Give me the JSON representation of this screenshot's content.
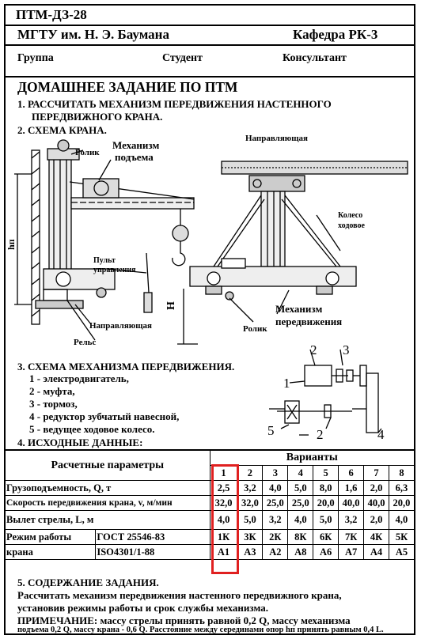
{
  "header": {
    "doc_code": "ПТМ-ДЗ-28",
    "university": "МГТУ им. Н. Э. Баумана",
    "department": "Кафедра РК-3",
    "group_label": "Группа",
    "student_label": "Студент",
    "consultant_label": "Консультант"
  },
  "title": "ДОМАШНЕЕ ЗАДАНИЕ ПО ПТМ",
  "section1": {
    "line1": "1. РАССЧИТАТЬ МЕХАНИЗМ  ПЕРЕДВИЖЕНИЯ  НАСТЕННОГО",
    "line2": "ПЕРЕДВИЖНОГО КРАНА."
  },
  "section2": {
    "heading": "2. СХЕМА КРАНА.",
    "labels": {
      "roller_top": "Ролик",
      "hoist_mech_1": "Механизм",
      "hoist_mech_2": "подъема",
      "hp": "hп",
      "pendant_1": "Пульт",
      "pendant_2": "управления",
      "h": "H",
      "guide_left": "Направляющая",
      "rail": "Рельс",
      "guide_right": "Направляющая",
      "wheel_1": "Колесо",
      "wheel_2": "ходовое",
      "travel_mech_1": "Механизм",
      "travel_mech_2": "передвижения",
      "roller_bottom": "Ролик"
    }
  },
  "section3": {
    "heading": "3. СХЕМА МЕХАНИЗМА ПЕРЕДВИЖЕНИЯ.",
    "items": [
      "1 - электродвигатель,",
      "2 - муфта,",
      "3 - тормоз,",
      "4 - редуктор зубчатый навесной,",
      "5 - ведущее ходовое колесо."
    ],
    "fig_numbers": [
      "1",
      "2",
      "3",
      "2",
      "4",
      "5"
    ]
  },
  "section4": {
    "heading": "4. ИСХОДНЫЕ ДАННЫЕ:",
    "params_header": "Расчетные параметры",
    "variants_header": "Варианты",
    "variant_numbers": [
      "1",
      "2",
      "3",
      "4",
      "5",
      "6",
      "7",
      "8"
    ],
    "rows": [
      {
        "label": "Грузоподъемность, Q, т",
        "values": [
          "2,5",
          "3,2",
          "4,0",
          "5,0",
          "8,0",
          "1,6",
          "2,0",
          "6,3"
        ]
      },
      {
        "label": "Скорость передвижения крана, v, м/мин",
        "values": [
          "32,0",
          "32,0",
          "25,0",
          "25,0",
          "20,0",
          "40,0",
          "40,0",
          "20,0"
        ]
      },
      {
        "label": "Вылет стрелы, L, м",
        "values": [
          "4,0",
          "5,0",
          "3,2",
          "4,0",
          "5,0",
          "3,2",
          "2,0",
          "4,0"
        ]
      },
      {
        "label1": "Режим работы",
        "label2": "ГОСТ 25546-83",
        "values": [
          "1К",
          "3К",
          "2К",
          "8К",
          "6К",
          "7К",
          "4К",
          "5К"
        ]
      },
      {
        "label1": "крана",
        "label2": "ISO4301/1-88",
        "values": [
          "А1",
          "А3",
          "А2",
          "А8",
          "А6",
          "А7",
          "А4",
          "А5"
        ]
      }
    ],
    "highlight_color": "#e02020"
  },
  "section5": {
    "heading": "5. СОДЕРЖАНИЕ ЗАДАНИЯ.",
    "line1": "Рассчитать механизм передвижения  настенного передвижного крана,",
    "line2": "установив режимы работы и срок службы механизма.",
    "note_label": "ПРИМЕЧАНИЕ:",
    "line3": "  массу стрелы принять равной 0,2 Q, массу механизма",
    "line4": "подъема 0,2 Q, массу крана  - 0,6 Q. Расстояние между серединами опор hп",
    "line5": "принять равным 0,4 L."
  }
}
